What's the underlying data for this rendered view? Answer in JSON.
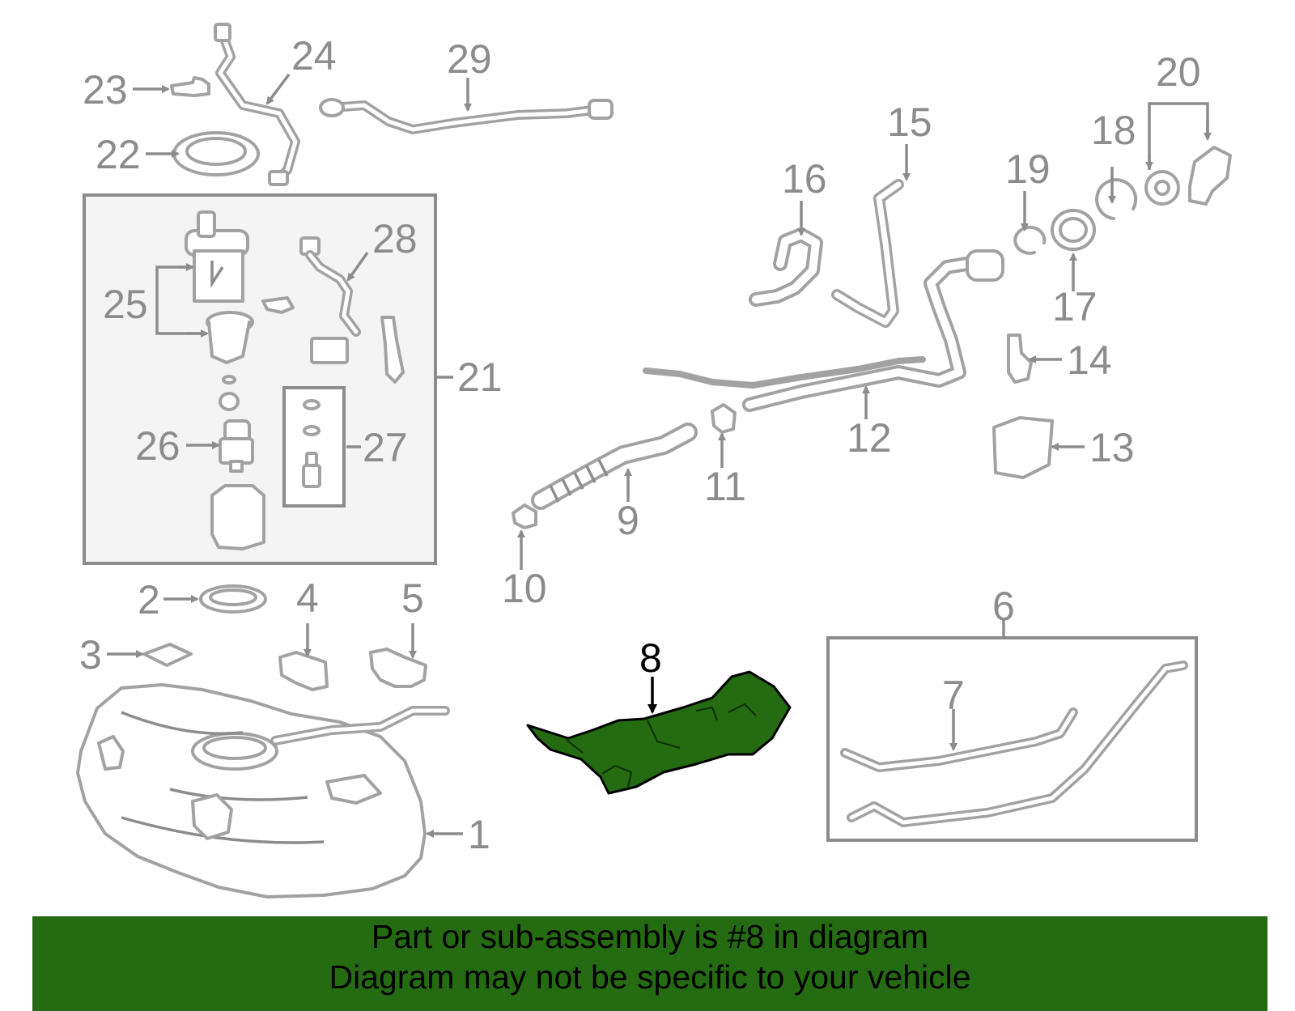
{
  "callouts": {
    "c1": "1",
    "c2": "2",
    "c3": "3",
    "c4": "4",
    "c5": "5",
    "c6": "6",
    "c7": "7",
    "c8": "8",
    "c9": "9",
    "c10": "10",
    "c11": "11",
    "c12": "12",
    "c13": "13",
    "c14": "14",
    "c15": "15",
    "c16": "16",
    "c17": "17",
    "c18": "18",
    "c19": "19",
    "c20": "20",
    "c21": "21",
    "c22": "22",
    "c23": "23",
    "c24": "24",
    "c25": "25",
    "c26": "26",
    "c27": "27",
    "c28": "28",
    "c29": "29"
  },
  "highlighted_part": "8",
  "colors": {
    "highlight": "#246b12",
    "part_outline": "#a2a2a2",
    "callout_text": "#8c8c8c",
    "banner_bg": "#246b12"
  },
  "footer": {
    "line1": "Part or sub-assembly is #8 in diagram",
    "line2": "Diagram may not be specific to your vehicle"
  }
}
